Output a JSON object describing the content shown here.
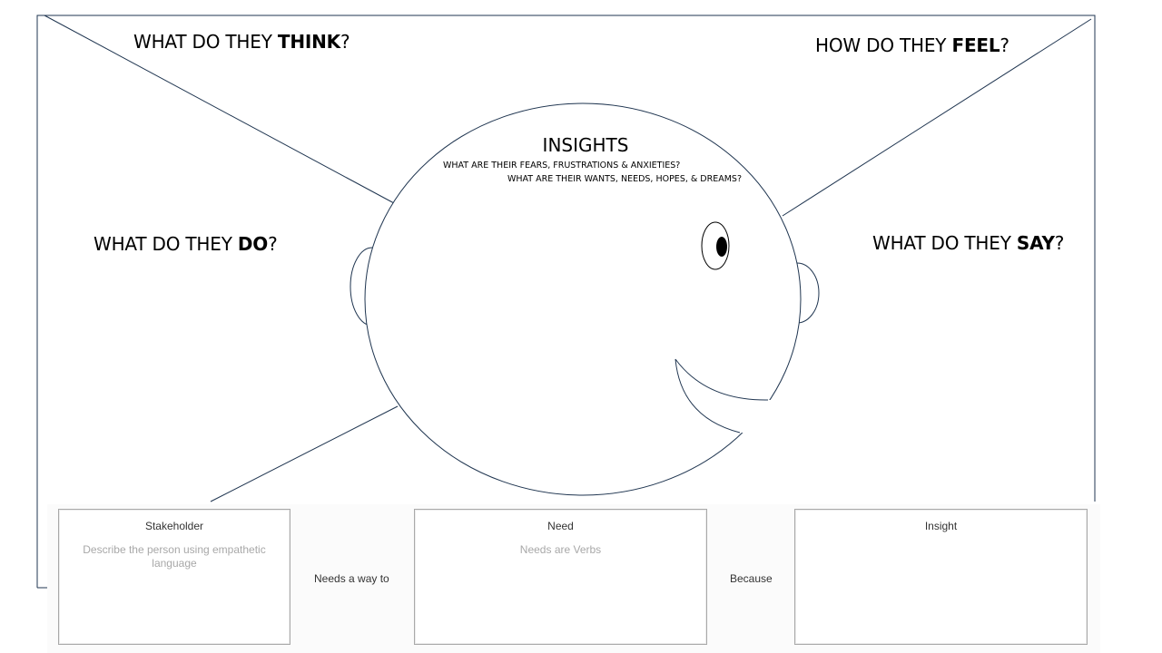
{
  "quadrants": {
    "think": {
      "prefix": "WHAT DO THEY ",
      "keyword": "THINK",
      "suffix": "?"
    },
    "feel": {
      "prefix": "HOW DO THEY ",
      "keyword": "FEEL",
      "suffix": "?"
    },
    "do": {
      "prefix": "WHAT DO THEY ",
      "keyword": "DO",
      "suffix": "?"
    },
    "say": {
      "prefix": "WHAT DO THEY ",
      "keyword": "SAY",
      "suffix": "?"
    }
  },
  "insights": {
    "title": "INSIGHTS",
    "fears": "WHAT ARE THEIR FEARS, FRUSTRATIONS & ANXIETIES?",
    "wants": "WHAT ARE THEIR WANTS, NEEDS, HOPES, & DREAMS?"
  },
  "statement": {
    "stakeholder": {
      "title": "Stakeholder",
      "hint": "Describe the person using empathetic language"
    },
    "connector_1": "Needs a way to",
    "need": {
      "title": "Need",
      "hint": "Needs are Verbs"
    },
    "connector_2": "Because",
    "insight": {
      "title": "Insight",
      "hint": ""
    }
  },
  "colors": {
    "outline": "#1f3550",
    "card_border": "#a9a9a9",
    "hint_text": "#a8a8a8"
  }
}
